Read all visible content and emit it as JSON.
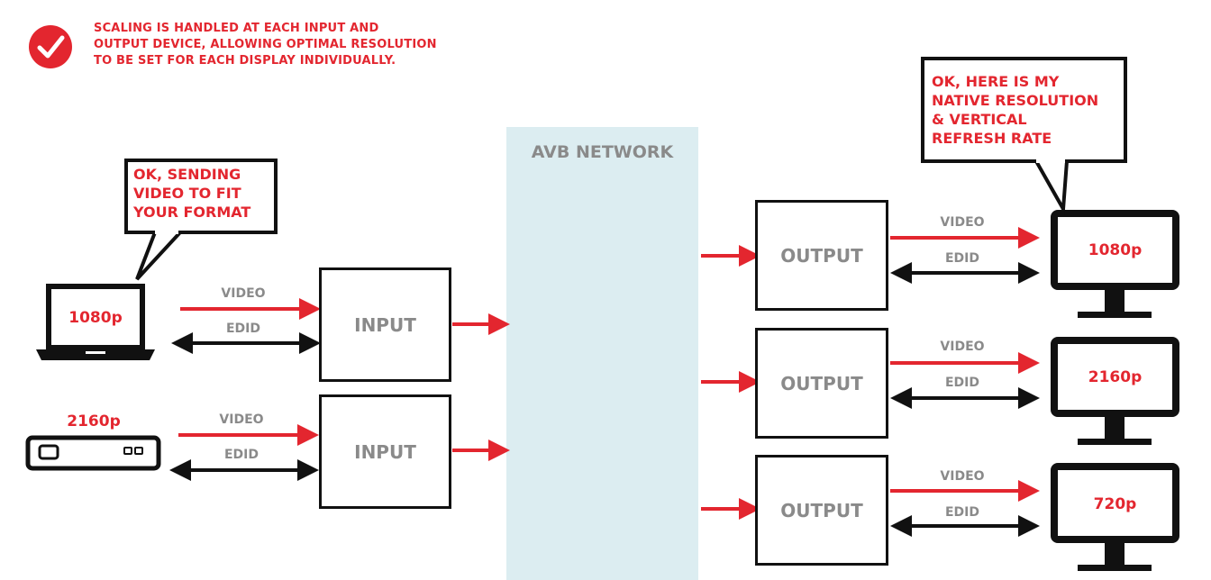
{
  "note": {
    "icon": "checkmark-circle-icon",
    "lines": [
      "SCALING IS HANDLED AT EACH INPUT AND",
      "OUTPUT DEVICE, ALLOWING OPTIMAL RESOLUTION",
      "TO BE SET FOR EACH DISPLAY INDIVIDUALLY."
    ]
  },
  "network": {
    "title": "AVB NETWORK"
  },
  "sources": [
    {
      "device": "laptop-icon",
      "resolution": "1080p",
      "video": "VIDEO",
      "edid": "EDID",
      "box": "INPUT"
    },
    {
      "device": "media-player-icon",
      "resolution": "2160p",
      "video": "VIDEO",
      "edid": "EDID",
      "box": "INPUT"
    }
  ],
  "outputs": [
    {
      "box": "OUTPUT",
      "video": "VIDEO",
      "edid": "EDID",
      "display": "monitor-icon",
      "resolution": "1080p"
    },
    {
      "box": "OUTPUT",
      "video": "VIDEO",
      "edid": "EDID",
      "display": "monitor-icon",
      "resolution": "2160p"
    },
    {
      "box": "OUTPUT",
      "video": "VIDEO",
      "edid": "EDID",
      "display": "monitor-icon",
      "resolution": "720p"
    }
  ],
  "bubbles": {
    "source": {
      "lines": [
        "OK, SENDING",
        "VIDEO TO FIT",
        "YOUR FORMAT"
      ]
    },
    "display": {
      "lines": [
        "OK, HERE IS MY",
        "NATIVE RESOLUTION",
        "& VERTICAL",
        "REFRESH RATE"
      ]
    }
  },
  "colors": {
    "accent": "#e3262f",
    "line": "#111111",
    "label": "#8a8a8a",
    "network": "#dcedf1"
  }
}
